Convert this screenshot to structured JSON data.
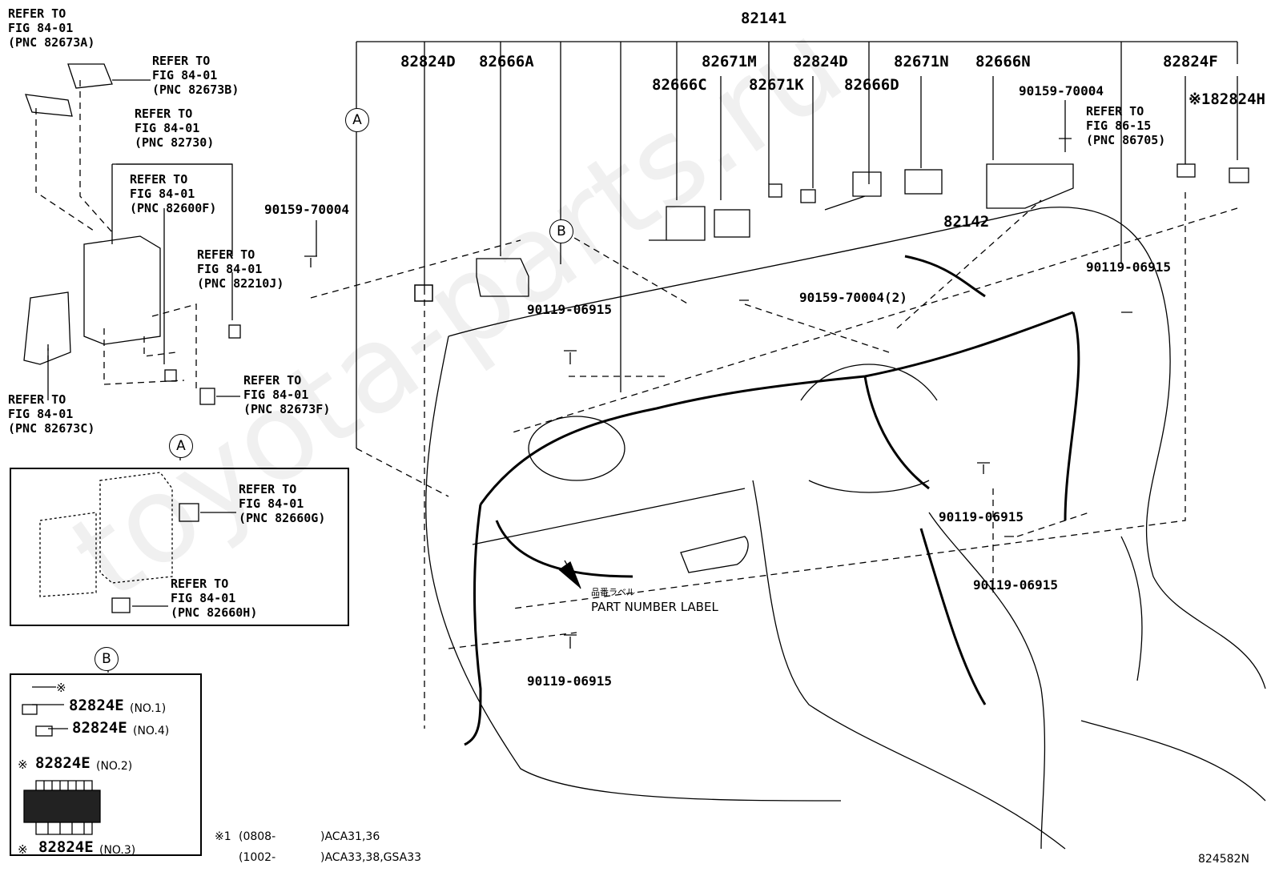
{
  "diagram": {
    "figure_code": "824582N",
    "watermark": "toyota-parts.ru"
  },
  "parts": {
    "p82141": "82141",
    "p82824D_left": "82824D",
    "p82666A": "82666A",
    "p82671M": "82671M",
    "p82824D_mid": "82824D",
    "p82671N": "82671N",
    "p82666N": "82666N",
    "p82824F": "82824F",
    "p82666C": "82666C",
    "p82671K": "82671K",
    "p82666D": "82666D",
    "p90159_top": "90159-70004",
    "p82824H": "※182824H",
    "p82142": "82142",
    "p90159_left": "90159-70004",
    "p90159_two": "90159-70004(2)",
    "p90119_right": "90119-06915",
    "p90119_a": "90119-06915",
    "p90119_b": "90119-06915",
    "p90119_c": "90119-06915",
    "p90119_d": "90119-06915"
  },
  "refs": {
    "r82673A": "REFER TO\nFIG 84-01\n(PNC 82673A)",
    "r82673B": "REFER TO\nFIG 84-01\n(PNC 82673B)",
    "r82730": "REFER TO\nFIG 84-01\n(PNC 82730)",
    "r82600F": "REFER TO\nFIG 84-01\n(PNC 82600F)",
    "r82210J": "REFER TO\nFIG 84-01\n(PNC 82210J)",
    "r82673F": "REFER TO\nFIG 84-01\n(PNC 82673F)",
    "r82673C": "REFER TO\nFIG 84-01\n(PNC 82673C)",
    "r86705": "REFER TO\nFIG 86-15\n(PNC 86705)",
    "r82660G": "REFER TO\nFIG 84-01\n(PNC 82660G)",
    "r82660H": "REFER TO\nFIG 84-01\n(PNC 82660H)"
  },
  "callouts": {
    "A_main": "A",
    "B_main": "B",
    "A_inset": "A",
    "B_inset": "B"
  },
  "label_note": {
    "jp": "品番ラベル",
    "en": "PART NUMBER LABEL"
  },
  "inset_b": {
    "row0": "※",
    "row1_part": "82824E",
    "row1_no": "(NO.1)",
    "row2_part": "82824E",
    "row2_no": "(NO.4)",
    "row3_mark": "※",
    "row3_part": "82824E",
    "row3_no": "(NO.2)",
    "row4_mark": "※",
    "row4_part": "82824E",
    "row4_no": "(NO.3)"
  },
  "footnote": {
    "line1_mark": "※1",
    "line1_range": "(0808-",
    "line1_models": ")ACA31,36",
    "line2_range": "(1002-",
    "line2_models": ")ACA33,38,GSA33"
  }
}
